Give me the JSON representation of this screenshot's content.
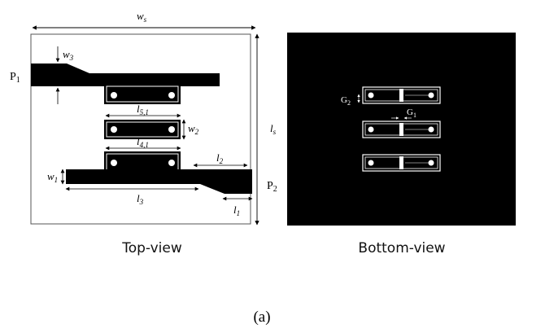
{
  "top_view": {
    "caption": "Top-view",
    "dims": {
      "ws": {
        "base": "w",
        "sub": "s"
      },
      "w3": {
        "base": "w",
        "sub": "3"
      },
      "l51": {
        "base": "l",
        "sub": "5,1"
      },
      "w2": {
        "base": "w",
        "sub": "2"
      },
      "l41": {
        "base": "l",
        "sub": "4,1"
      },
      "l2": {
        "base": "l",
        "sub": "2"
      },
      "w1": {
        "base": "w",
        "sub": "1"
      },
      "l3": {
        "base": "l",
        "sub": "3"
      },
      "l1": {
        "base": "l",
        "sub": "1"
      },
      "ls": {
        "base": "l",
        "sub": "s"
      }
    },
    "ports": {
      "p1": {
        "base": "P",
        "sub": "1"
      },
      "p2": {
        "base": "P",
        "sub": "2"
      }
    }
  },
  "bottom_view": {
    "caption": "Bottom-view",
    "dims": {
      "g2": {
        "base": "G",
        "sub": "2"
      },
      "g1": {
        "base": "G",
        "sub": "1"
      }
    }
  },
  "figure_label": "(a)"
}
